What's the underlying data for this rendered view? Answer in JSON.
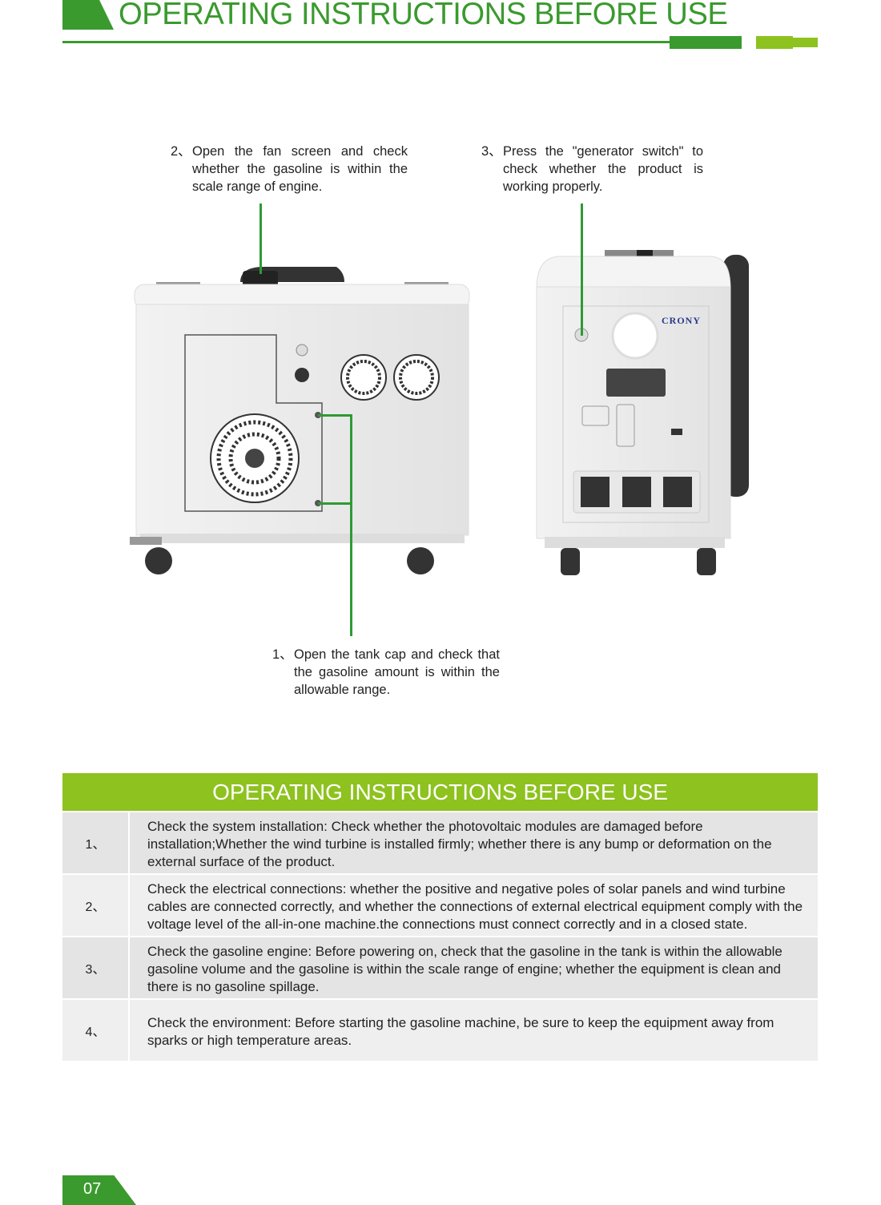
{
  "header": {
    "title": "OPERATING INSTRUCTIONS BEFORE USE"
  },
  "callouts": [
    {
      "num": "2、",
      "text": "Open the fan screen and check whether the gasoline is within the scale range of engine."
    },
    {
      "num": "3、",
      "text": "Press the \"generator switch\" to check whether the product is working properly."
    },
    {
      "num": "1、",
      "text": "Open the tank cap and check that the gasoline amount is within the allowable range."
    }
  ],
  "product": {
    "brand": "CRONY"
  },
  "table": {
    "title": "OPERATING INSTRUCTIONS BEFORE USE",
    "rows": [
      {
        "num": "1、",
        "text": "Check the system installation: Check whether the photovoltaic modules are damaged before installation;Whether the wind turbine is installed firmly; whether there is any bump or deformation on the external surface of the product."
      },
      {
        "num": "2、",
        "text": "Check the electrical connections: whether the positive and negative poles of solar panels and wind turbine cables are connected correctly, and whether the connections of external electrical equipment comply with the voltage level of the all-in-one machine.the connections must connect correctly and in a closed state."
      },
      {
        "num": "3、",
        "text": "Check the gasoline engine: Before powering on, check that the gasoline in the tank is within the allowable gasoline volume and the gasoline  is within the scale range of engine; whether the equipment is clean and there is no gasoline spillage."
      },
      {
        "num": "4、",
        "text": "Check the environment: Before starting the gasoline machine, be sure to keep the equipment away from sparks or high temperature areas."
      }
    ]
  },
  "footer": {
    "page": "07"
  },
  "colors": {
    "green": "#3a9a2e",
    "lime": "#8dc21f"
  }
}
